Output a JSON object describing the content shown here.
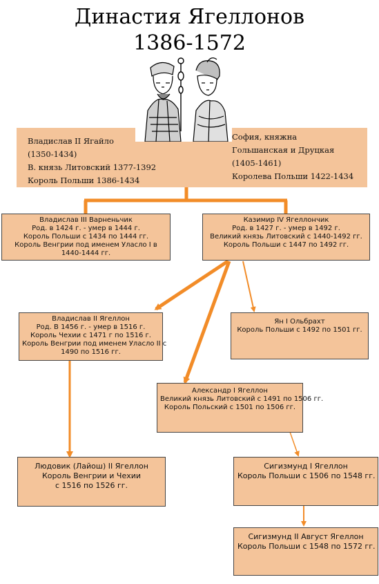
{
  "title": {
    "line1": "Династия Ягеллонов",
    "line2": "1386-1572"
  },
  "parents": {
    "father": [
      "Владислав II Ягайло",
      "(1350-1434)",
      "В. князь Литовский 1377-1392",
      "Король Польши 1386-1434"
    ],
    "mother": [
      "София, княжна",
      "Гольшанская и Друцкая",
      "(1405-1461)",
      "Королева Польши 1422-1434"
    ]
  },
  "people": {
    "wladyslaw3": [
      "Владислав III Варненьчик",
      "Род. в 1424 г. - умер в 1444 г.",
      "Король Польши с 1434 по 1444 гг.",
      "Король Венгрии под именем Уласло I в",
      "1440-1444 гг."
    ],
    "kazimierz4": [
      "Казимир IV Ягеллончик",
      "Род. в 1427 г. - умер в 1492 г.",
      "Великий князь Литовский с 1440-1492 гг.",
      "Король Польши с 1447 по 1492 гг."
    ],
    "wladyslaw2": [
      "Владислав II Ягеллон",
      "Род. В 1456 г. - умер в 1516 г.",
      "Король Чехии с 1471 г по 1516 г.",
      "Король Венгрии под именем Уласло II с",
      "1490 по 1516 гг."
    ],
    "jan1": [
      "Ян I Ольбрахт",
      "Король Польши с 1492 по 1501 гг."
    ],
    "aleksander": [
      "Александр I Ягеллон",
      "Великий князь Литовский с 1491 по 1506 гг.",
      "Король Польский с 1501 по 1506 гг."
    ],
    "ludwik": [
      "Людовик (Лайош) II Ягеллон",
      "Король Венгрии и Чехии",
      "с 1516 по 1526 гг."
    ],
    "zygmunt1": [
      "Сигизмунд I Ягеллон",
      "Король Польши с 1506 по 1548 гг."
    ],
    "zygmunt2": [
      "Сигизмунд II Август Ягеллон",
      "Король Польши с 1548 по 1572 гг."
    ]
  },
  "colors": {
    "box": "#f4c49a",
    "arrow": "#f28c28",
    "border": "#444444"
  },
  "icons": {
    "portrait": "royal-couple-portrait"
  }
}
